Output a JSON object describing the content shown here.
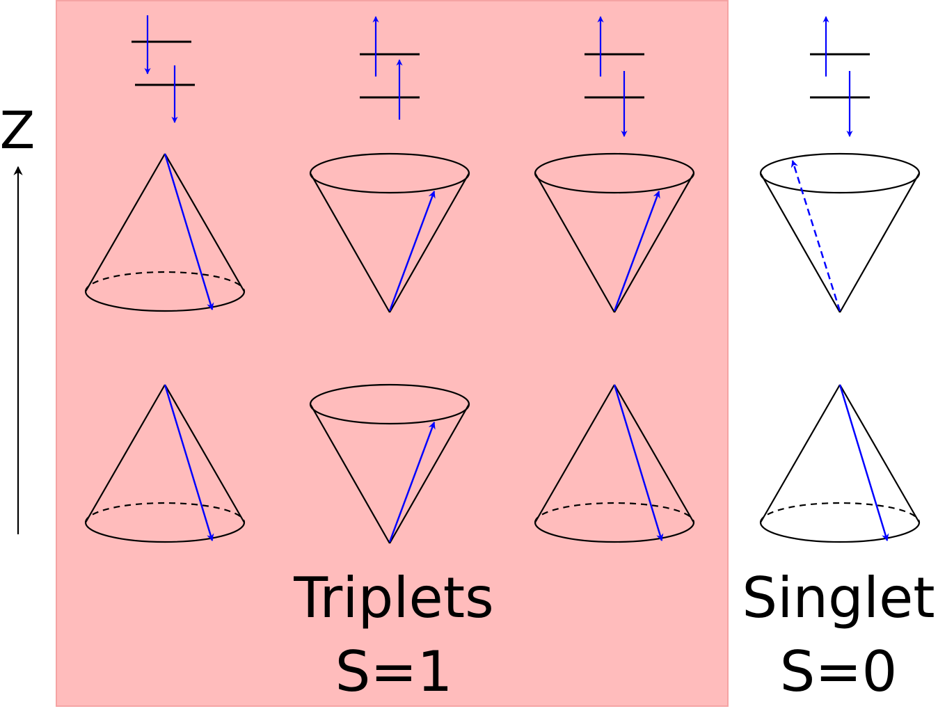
{
  "axis": {
    "label": "Z"
  },
  "colors": {
    "triplet_background": "#ffbcbc",
    "triplet_border": "#f5a3a3",
    "spin_arrow": "#0000ff",
    "outline": "#000000"
  },
  "groups": [
    {
      "id": "triplets",
      "title": "Triplets",
      "subtitle": "S=1"
    },
    {
      "id": "singlet",
      "title": "Singlet",
      "subtitle": "S=0"
    }
  ],
  "states": [
    {
      "group": "triplets",
      "level_spins": [
        "down",
        "down"
      ],
      "cones": [
        "down",
        "down"
      ]
    },
    {
      "group": "triplets",
      "level_spins": [
        "up",
        "up"
      ],
      "cones": [
        "up",
        "up"
      ]
    },
    {
      "group": "triplets",
      "level_spins": [
        "up",
        "down"
      ],
      "cones": [
        "up",
        "down"
      ]
    },
    {
      "group": "singlet",
      "level_spins": [
        "up",
        "down"
      ],
      "cones": [
        "up-dashed",
        "down"
      ]
    }
  ]
}
